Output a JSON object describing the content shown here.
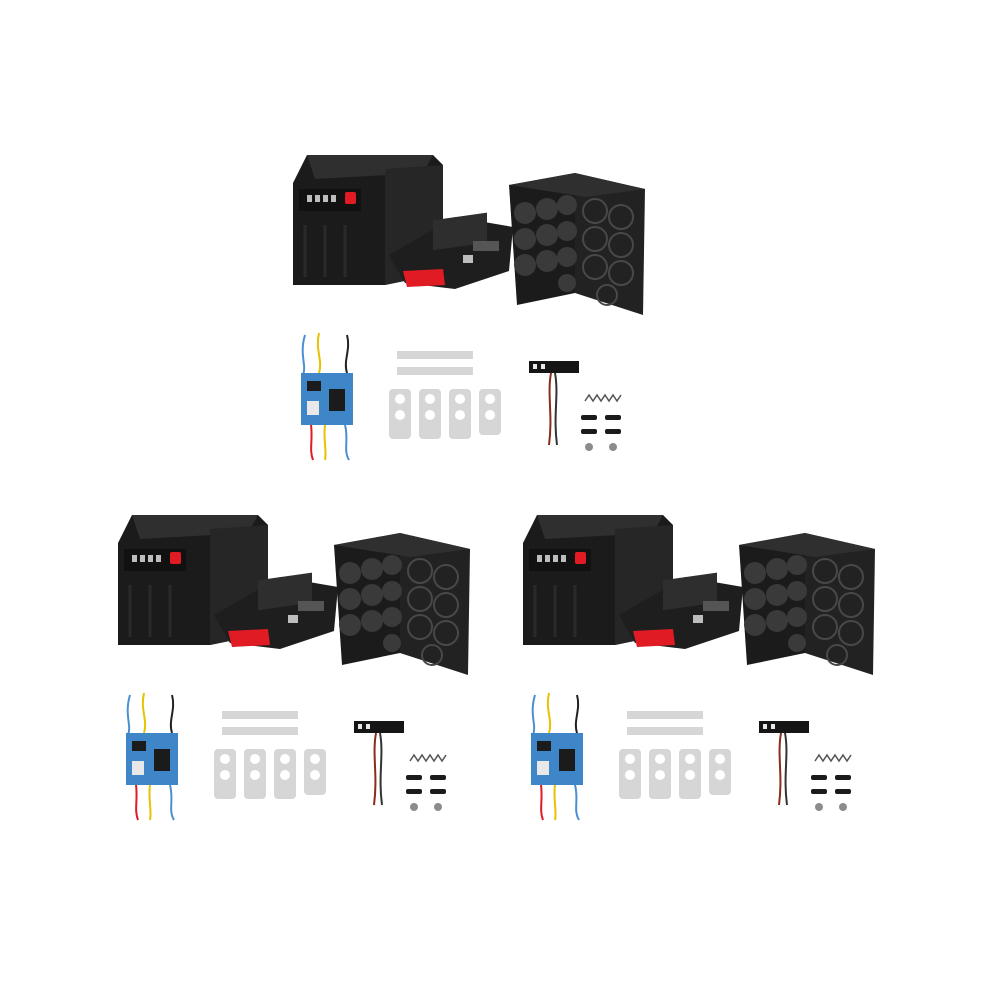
{
  "image": {
    "subject": "battery-case-kit",
    "kit_count": 3,
    "colors": {
      "background": "#ffffff",
      "case": "#1b1b1b",
      "case_light": "#2e2e2e",
      "accent_red": "#e01b24",
      "pcb_blue": "#3f86c9",
      "nickel": "#d6d6d6"
    },
    "parts": [
      "housing-shell",
      "base-terminal",
      "cell-holder",
      "bms-board",
      "nickel-strips",
      "indicator-board",
      "springs-and-screws"
    ]
  }
}
